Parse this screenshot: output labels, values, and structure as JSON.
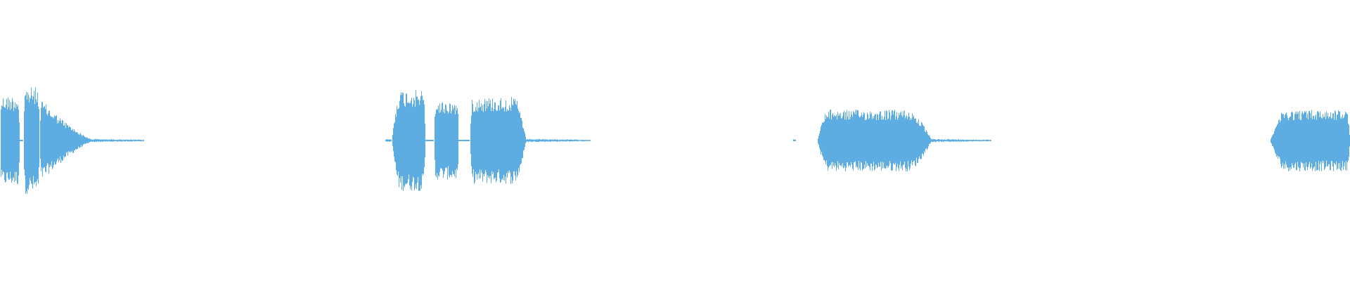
{
  "waveform": {
    "color": "#5dade2",
    "segments": [
      {
        "name": "burst-1",
        "parts": [
          {
            "start": 0,
            "end": 28,
            "amp": 0.32,
            "attack": 0.05,
            "release": 0.1
          },
          {
            "start": 33,
            "end": 56,
            "amp": 0.38,
            "attack": 0.1,
            "release": 0.1
          },
          {
            "start": 56,
            "end": 135,
            "amp": 0.3,
            "attack": 0.02,
            "release": 0.98,
            "shape": "decay"
          }
        ],
        "tail": {
          "start": 130,
          "end": 205,
          "amp": 0.012
        }
      },
      {
        "name": "burst-2",
        "parts": [
          {
            "start": 557,
            "end": 605,
            "amp": 0.36,
            "attack": 0.25,
            "release": 0.08
          },
          {
            "start": 617,
            "end": 652,
            "amp": 0.28,
            "attack": 0.06,
            "release": 0.06
          },
          {
            "start": 668,
            "end": 748,
            "amp": 0.31,
            "attack": 0.04,
            "release": 0.22
          }
        ],
        "tail": {
          "start": 745,
          "end": 840,
          "amp": 0.012
        },
        "lead": {
          "start": 548,
          "end": 557,
          "amp": 0.01
        }
      },
      {
        "name": "burst-3",
        "parts": [
          {
            "start": 1162,
            "end": 1325,
            "amp": 0.22,
            "attack": 0.1,
            "release": 0.22
          }
        ],
        "tail": {
          "start": 1322,
          "end": 1410,
          "amp": 0.012
        },
        "lead": {
          "start": 1128,
          "end": 1132,
          "amp": 0.008
        }
      },
      {
        "name": "burst-4",
        "parts": [
          {
            "start": 1806,
            "end": 1920,
            "amp": 0.22,
            "attack": 0.2,
            "release": 0.05
          }
        ]
      }
    ]
  }
}
